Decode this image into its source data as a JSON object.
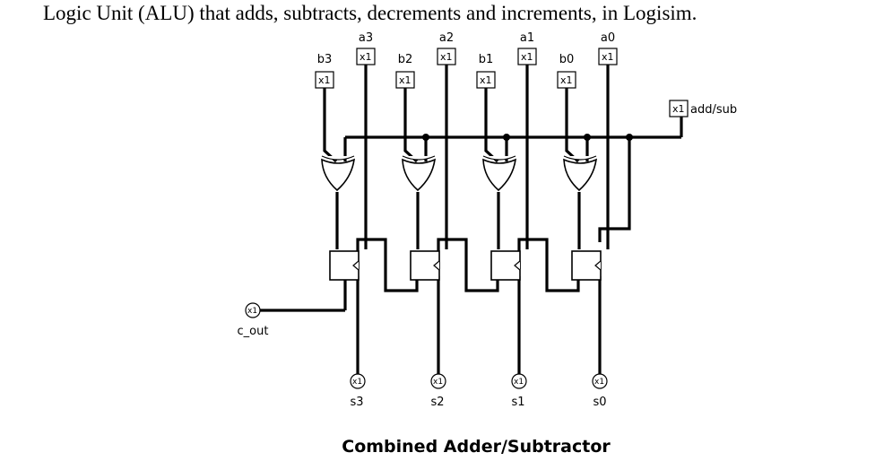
{
  "heading": "Logic Unit (ALU) that adds, subtracts, decrements and increments, in Logisim.",
  "caption": "Combined Adder/Subtractor",
  "pin_value": "x1",
  "inputs_a": [
    "a3",
    "a2",
    "a1",
    "a0"
  ],
  "inputs_b": [
    "b3",
    "b2",
    "b1",
    "b0"
  ],
  "control_label": "add/sub",
  "carry_out_label": "c_out",
  "outputs_s": [
    "s3",
    "s2",
    "s1",
    "s0"
  ]
}
